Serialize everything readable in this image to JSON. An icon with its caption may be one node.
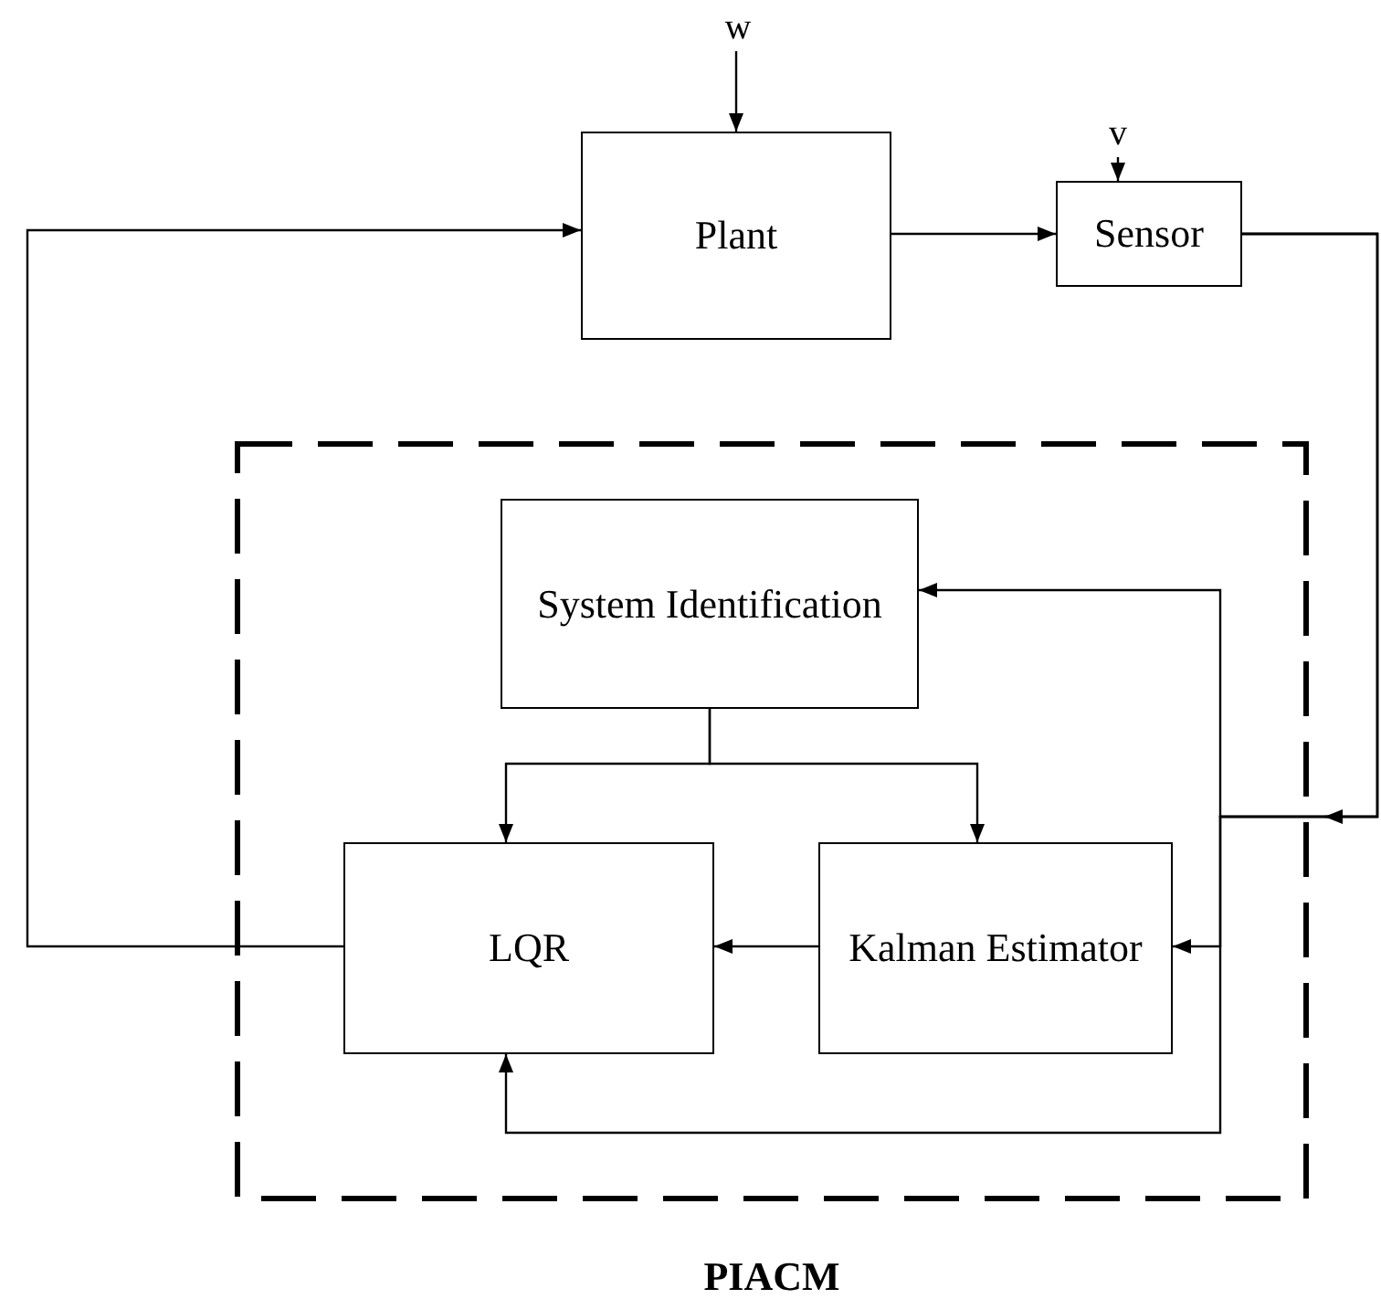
{
  "diagram": {
    "nodes": [
      {
        "text": [
          "w"
        ]
      },
      {
        "text": [
          "Plant"
        ]
      },
      {
        "text": [
          "v"
        ]
      },
      {
        "text": [
          "Sensor"
        ]
      },
      {
        "text": [
          "PIACM"
        ]
      },
      {
        "text": [
          "System Identification"
        ],
        "in": 4
      },
      {
        "text": [
          "LQR"
        ],
        "in": 4
      },
      {
        "text": [
          "Kalman Estimator"
        ],
        "in": 4
      }
    ],
    "edges": [
      {
        "from": 0,
        "to": 1,
        "arrow": "to"
      },
      {
        "from": 2,
        "to": 3,
        "arrow": "to"
      },
      {
        "from": 1,
        "to": 3,
        "arrow": "to"
      },
      {
        "from": 3,
        "to": 5,
        "arrow": "to"
      },
      {
        "from": 3,
        "to": 7,
        "arrow": "to"
      },
      {
        "from": 3,
        "to": 6,
        "arrow": "to"
      },
      {
        "from": 5,
        "to": 6,
        "arrow": "to"
      },
      {
        "from": 5,
        "to": 7,
        "arrow": "to"
      },
      {
        "from": 7,
        "to": 6,
        "arrow": "to"
      },
      {
        "from": 6,
        "to": 1,
        "arrow": "to"
      }
    ]
  }
}
